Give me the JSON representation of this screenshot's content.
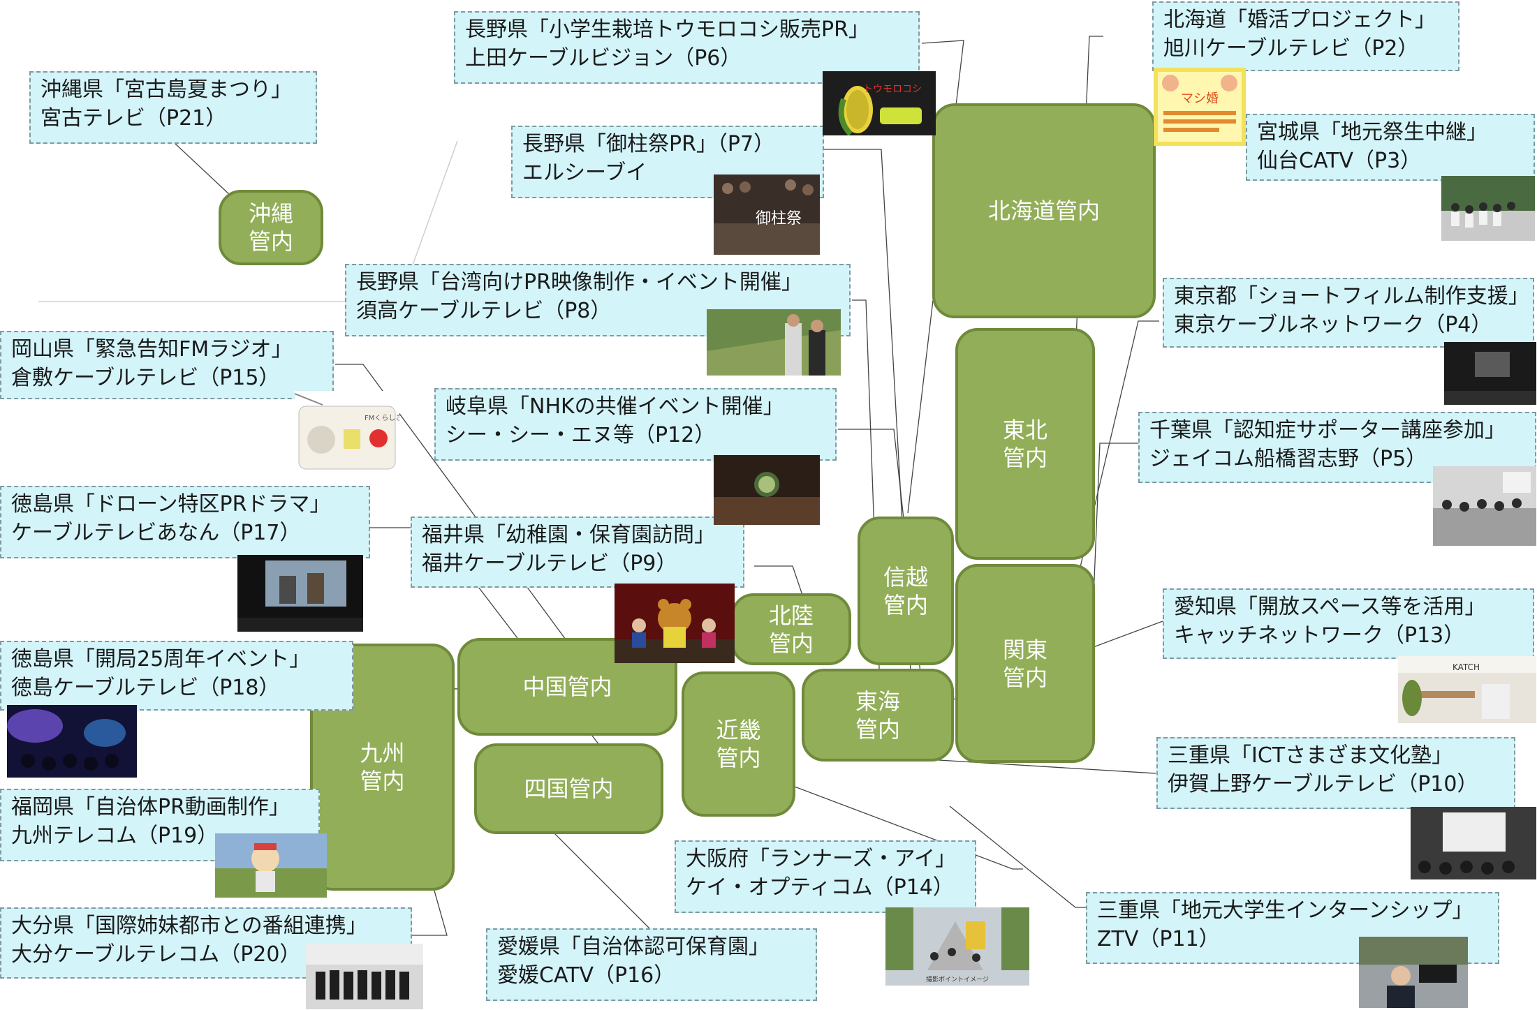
{
  "regions": {
    "okinawa": "沖縄\n管内",
    "hokkaido": "北海道管内",
    "tohoku": "東北\n管内",
    "shinetsu": "信越\n管内",
    "kanto": "関東\n管内",
    "hokuriku": "北陸\n管内",
    "tokai": "東海\n管内",
    "kinki": "近畿\n管内",
    "chugoku": "中国管内",
    "shikoku": "四国管内",
    "kyushu": "九州\n管内"
  },
  "callouts": {
    "miyako": {
      "line1": "沖縄県「宮古島夏まつり」",
      "line2": "宮古テレビ（P21）"
    },
    "ueda": {
      "line1": "長野県「小学生栽培トウモロコシ販売PR」",
      "line2": "上田ケーブルビジョン（P6）"
    },
    "asahikawa": {
      "line1": "北海道「婚活プロジェクト」",
      "line2": "旭川ケーブルテレビ（P2）"
    },
    "sendai": {
      "line1": "宮城県「地元祭生中継」",
      "line2": "仙台CATV（P3）"
    },
    "lcv": {
      "line1": "長野県「御柱祭PR」（P7）",
      "line2": "エルシーブイ"
    },
    "suzaka": {
      "line1": "長野県「台湾向けPR映像制作・イベント開催」",
      "line2": "須高ケーブルテレビ（P8）"
    },
    "tokyo": {
      "line1": "東京都「ショートフィルム制作支援」",
      "line2": "東京ケーブルネットワーク（P4）"
    },
    "kurashiki": {
      "line1": "岡山県「緊急告知FMラジオ」",
      "line2": "倉敷ケーブルテレビ（P15）"
    },
    "gifu": {
      "line1": "岐阜県「NHKの共催イベント開催」",
      "line2": "シー・シー・エヌ等（P12）"
    },
    "chiba": {
      "line1": "千葉県「認知症サポーター講座参加」",
      "line2": "ジェイコム船橋習志野（P5）"
    },
    "anan": {
      "line1": "徳島県「ドローン特区PRドラマ」",
      "line2": "ケーブルテレビあなん（P17）"
    },
    "fukui": {
      "line1": "福井県「幼稚園・保育園訪問」",
      "line2": "福井ケーブルテレビ（P9）"
    },
    "aichi": {
      "line1": "愛知県「開放スペース等を活用」",
      "line2": "キャッチネットワーク（P13）"
    },
    "tokushima": {
      "line1": "徳島県「開局25周年イベント」",
      "line2": "徳島ケーブルテレビ（P18）"
    },
    "igaueno": {
      "line1": "三重県「ICTさまざま文化塾」",
      "line2": "伊賀上野ケーブルテレビ（P10）"
    },
    "kyushu_tc": {
      "line1": "福岡県「自治体PR動画制作」",
      "line2": "九州テレコム（P19）"
    },
    "osaka": {
      "line1": "大阪府「ランナーズ・アイ」",
      "line2": "ケイ・オプティコム（P14）"
    },
    "ztv": {
      "line1": "三重県「地元大学生インターンシップ」",
      "line2": "ZTV（P11）"
    },
    "oita": {
      "line1": "大分県「国際姉妹都市との番組連携」",
      "line2": "大分ケーブルテレコム（P20）"
    },
    "ehime": {
      "line1": "愛媛県「自治体認可保育園」",
      "line2": "愛媛CATV（P16）"
    }
  },
  "thumbnails": {
    "corn_text": "トウモロコシ",
    "onbashira_text": "御柱祭",
    "konkatsu_text": "マシ婚",
    "radio_text": "FMくらしき",
    "catch_text": "KATCH",
    "marathon_caption": "撮影ポイントイメージ"
  }
}
